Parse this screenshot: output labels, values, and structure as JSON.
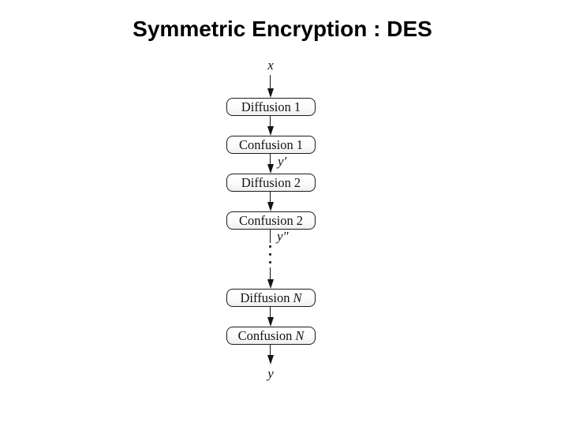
{
  "slide": {
    "title": "Symmetric Encryption : DES"
  },
  "diagram": {
    "input_label": "x",
    "output_label": "y",
    "intermediate_labels": [
      "y′",
      "y″"
    ],
    "ellipsis_icon": "vertical-ellipsis",
    "boxes": [
      {
        "name": "Diffusion",
        "index": "1"
      },
      {
        "name": "Confusion",
        "index": "1"
      },
      {
        "name": "Diffusion",
        "index": "2"
      },
      {
        "name": "Confusion",
        "index": "2"
      },
      {
        "name": "Diffusion",
        "index": "N"
      },
      {
        "name": "Confusion",
        "index": "N"
      }
    ]
  }
}
